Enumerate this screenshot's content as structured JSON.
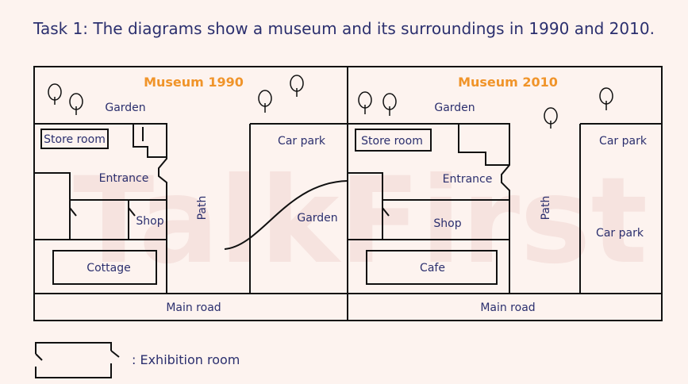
{
  "title": "Task 1: The diagrams show a museum and its surroundings in 1990 and 2010.",
  "watermark": "TalkFirst",
  "map1990": {
    "title": "Museum 1990",
    "garden_top": "Garden",
    "store_room": "Store room",
    "entrance": "Entrance",
    "shop": "Shop",
    "cottage": "Cottage",
    "path": "Path",
    "car_park": "Car park",
    "garden_right": "Garden",
    "main_road": "Main road"
  },
  "map2010": {
    "title": "Museum 2010",
    "garden_top": "Garden",
    "store_room": "Store room",
    "entrance": "Entrance",
    "shop": "Shop",
    "cafe": "Cafe",
    "path": "Path",
    "car_park_top": "Car park",
    "car_park_bottom": "Car park",
    "main_road": "Main road"
  },
  "legend": {
    "label": ": Exhibition room"
  }
}
